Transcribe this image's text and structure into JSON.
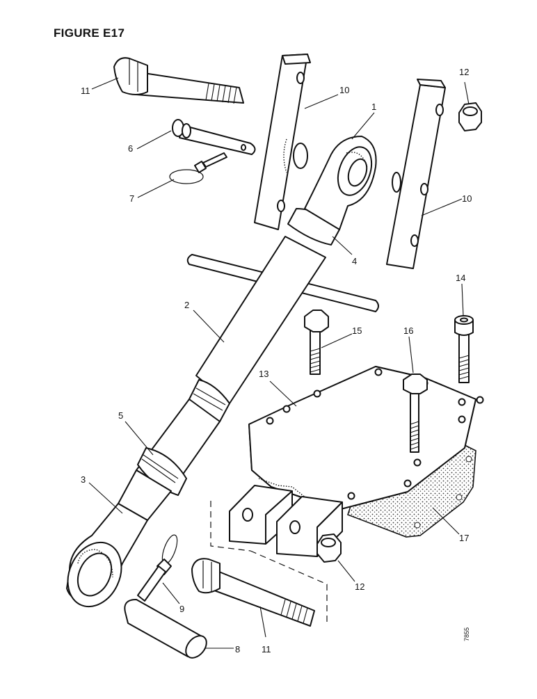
{
  "figure": {
    "title": "FIGURE E17",
    "drawing_code": "7855"
  },
  "callouts": {
    "c1": "1",
    "c2": "2",
    "c3": "3",
    "c4": "4",
    "c5": "5",
    "c6": "6",
    "c7": "7",
    "c8": "8",
    "c9": "9",
    "c10a": "10",
    "c10b": "10",
    "c11a": "11",
    "c11b": "11",
    "c12a": "12",
    "c12b": "12",
    "c13": "13",
    "c14": "14",
    "c15": "15",
    "c16": "16",
    "c17": "17"
  }
}
